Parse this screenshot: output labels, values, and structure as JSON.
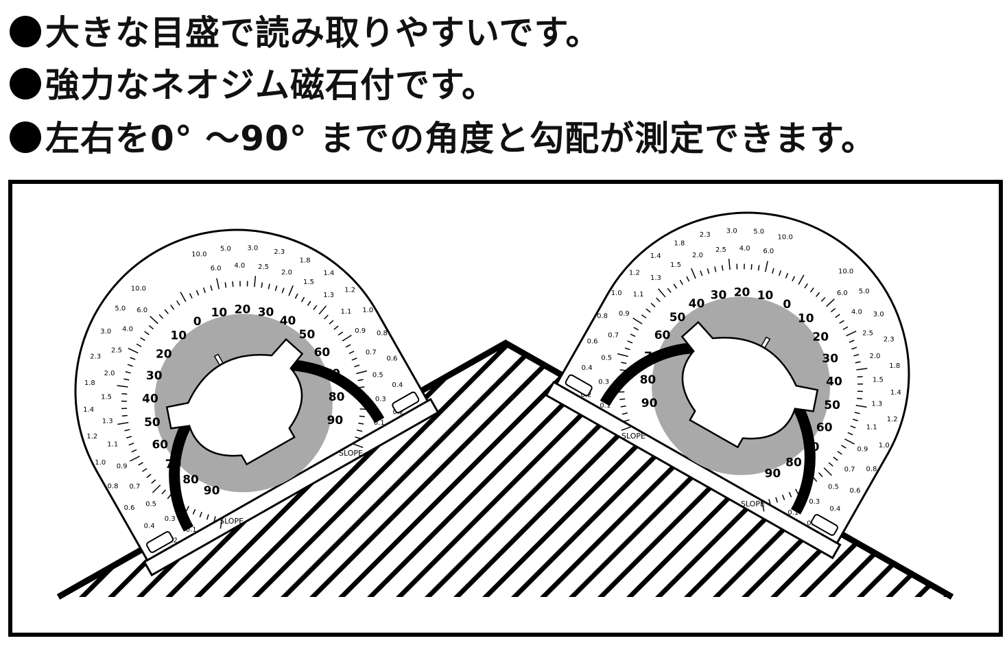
{
  "features": [
    "大きな目盛で読み取りやすいです。",
    "強力なネオジム磁石付です。",
    "左右を0° ～90° までの角度と勾配が測定できます。"
  ],
  "illustration": {
    "slope_label": "SLOPE",
    "angle_labels": [
      "90",
      "80",
      "70",
      "60",
      "50",
      "40",
      "30",
      "20",
      "10",
      "0",
      "10",
      "20",
      "30",
      "40",
      "50",
      "60",
      "70",
      "80",
      "90"
    ],
    "slope_labels": [
      "0.1",
      "0.2",
      "0.3",
      "0.4",
      "0.5",
      "0.6",
      "0.7",
      "0.8",
      "0.9",
      "1.0",
      "1.1",
      "1.2",
      "1.3",
      "1.4",
      "1.5",
      "1.8",
      "2.0",
      "2.3",
      "2.5",
      "3.0",
      "4.0",
      "5.0",
      "6.0",
      "10.0"
    ],
    "colors": {
      "dial_gray": "#a9a9a9",
      "ink": "#000000"
    }
  }
}
